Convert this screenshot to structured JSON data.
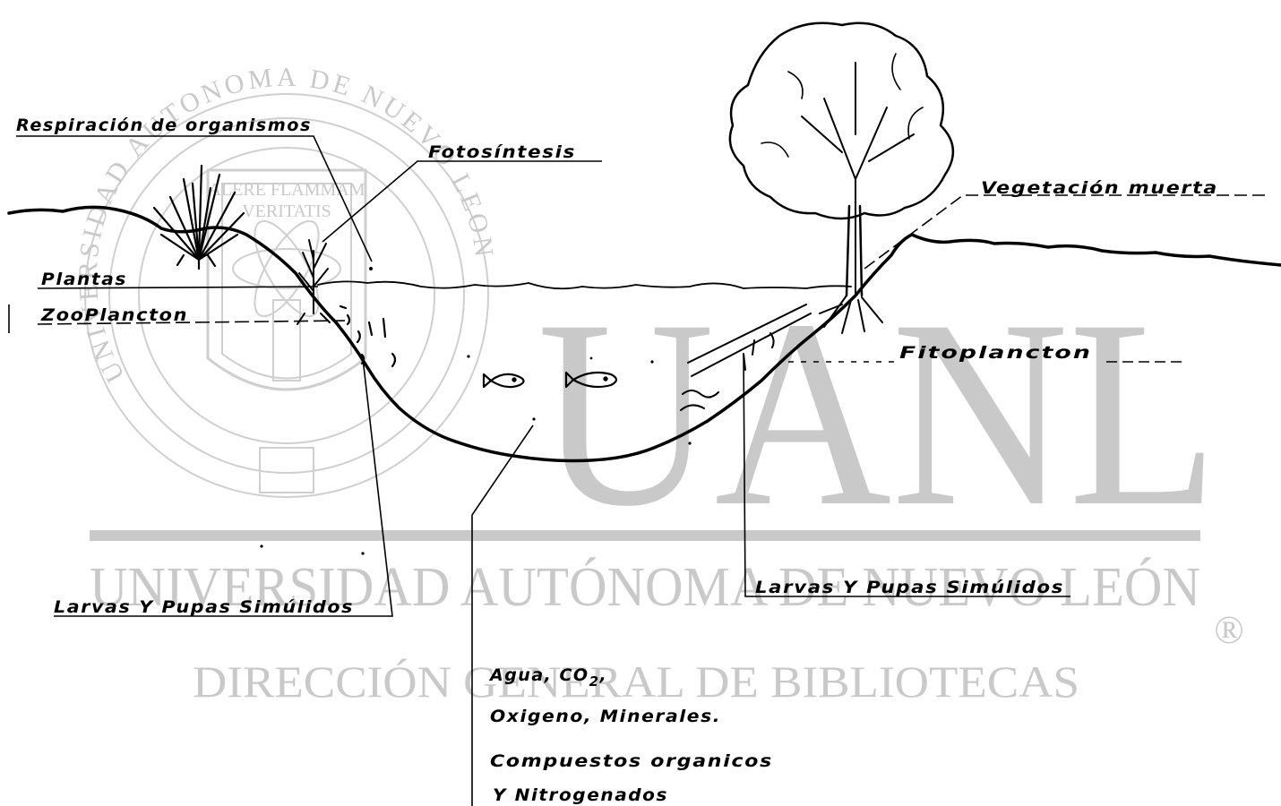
{
  "watermark": {
    "big_letters": "UANL",
    "university": "UNIVERSIDAD AUTÓNOMA DE NUEVO LEÓN",
    "direction": "DIRECCIÓN GENERAL DE BIBLIOTECAS",
    "registered_mark": "®",
    "seal_ring_text": "UNIVERSIDAD AUTONOMA DE NUEVO LEON",
    "seal_motto_1": "ALERE FLAMMAM",
    "seal_motto_2": "VERITATIS"
  },
  "labels": {
    "respiracion": "Respiración de organismos",
    "fotosintesis": "Fotosíntesis",
    "vegetacion_muerta": "Vegetación muerta",
    "plantas": "Plantas",
    "zooplancton": "ZooPlancton",
    "fitoplancton": "Fitoplancton",
    "larvas_left": "Larvas Y Pupas Simúlidos",
    "larvas_right": "Larvas Y Pupas Simúlidos",
    "agua_co2_prefix": "Agua, CO",
    "agua_co2_sub": "2",
    "agua_co2_suffix": ",",
    "oxigeno": "Oxigeno, Minerales.",
    "compuestos": "Compuestos organicos",
    "nitrogenados": "Y Nitrogenados"
  }
}
